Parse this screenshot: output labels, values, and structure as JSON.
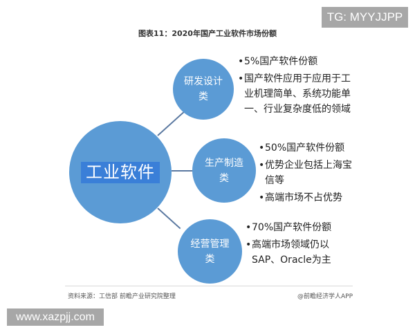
{
  "watermarks": {
    "top_right": "TG: MYYJJPP",
    "bottom_left": "www.xazpjj.com"
  },
  "title": "图表11：2020年国产工业软件市场份额",
  "colors": {
    "circle": "#5b9bd5",
    "main_label_bg": "#3a7fd8",
    "connector": "#5a78a0",
    "badge_bg": "#a7a7a7"
  },
  "center": {
    "label": "工业软件"
  },
  "nodes": [
    {
      "label_line1": "研发设计",
      "label_line2": "类",
      "bullets": [
        "5%国产软件份额",
        "国产软件应用于应用于工业机理简单、系统功能单一、行业复杂度低的领域"
      ]
    },
    {
      "label_line1": "生产制造",
      "label_line2": "类",
      "bullets": [
        "50%国产软件份额",
        "优势企业包括上海宝信等",
        "高端市场不占优势"
      ]
    },
    {
      "label_line1": "经营管理",
      "label_line2": "类",
      "bullets": [
        "70%国产软件份额",
        "高端市场领域仍以SAP、Oracle为主"
      ]
    }
  ],
  "footer": {
    "source": "资料来源：工信部 前瞻产业研究院整理",
    "credit": "@前瞻经济学人APP"
  }
}
